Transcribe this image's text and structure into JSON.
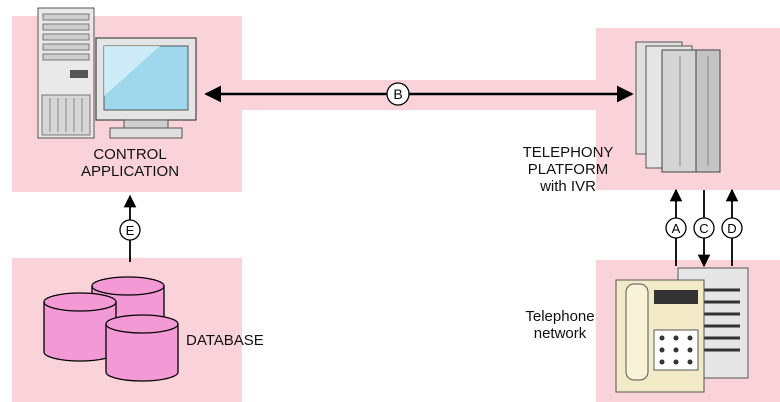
{
  "nodes": {
    "control_app": {
      "line1": "CONTROL",
      "line2": "APPLICATION"
    },
    "telephony": {
      "line1": "TELEPHONY",
      "line2": "PLATFORM",
      "line3": "with IVR"
    },
    "database": {
      "label": "DATABASE"
    },
    "telephone": {
      "line1": "Telephone",
      "line2": "network"
    }
  },
  "links": {
    "b": "B",
    "a": "A",
    "c": "C",
    "d": "D",
    "e": "E"
  },
  "colors": {
    "region": "#f9d3d9",
    "database": "#f39ad6",
    "stroke": "#000000"
  }
}
